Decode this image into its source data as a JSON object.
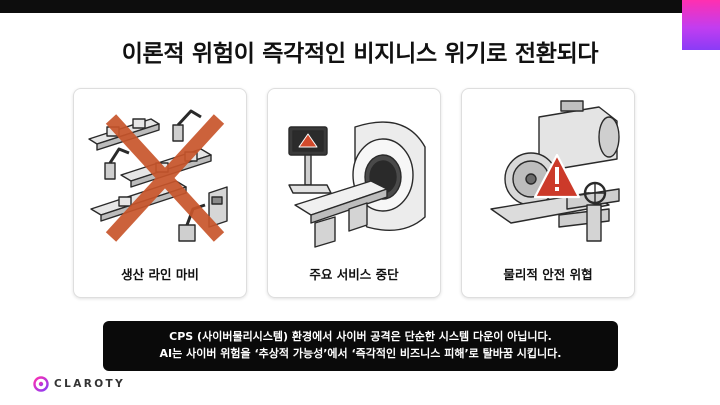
{
  "title": "이론적 위험이 즉각적인 비지니스 위기로 전환되다",
  "cards": [
    {
      "label": "생산 라인 마비",
      "icon": "factory-line-crossed-out-icon"
    },
    {
      "label": "주요 서비스 중단",
      "icon": "mri-scanner-warning-icon"
    },
    {
      "label": "물리적 안전 위협",
      "icon": "turbine-valve-warning-icon"
    }
  ],
  "caption": {
    "line1": "CPS (사이버물리시스템) 환경에서 사이버 공격은 단순한 시스템 다운이 아닙니다.",
    "line2": "AI는 사이버 위험을 ‘추상적 가능성’에서 ‘즉각적인 비즈니스 피해’로 탈바꿈 시킵니다."
  },
  "logo": {
    "text": "CLAROTY"
  },
  "colors": {
    "accent_orange": "#c8552b",
    "warning_red": "#cc3a2a",
    "gradient_pink": "#ff2fb0",
    "gradient_purple": "#8a3cf6"
  }
}
